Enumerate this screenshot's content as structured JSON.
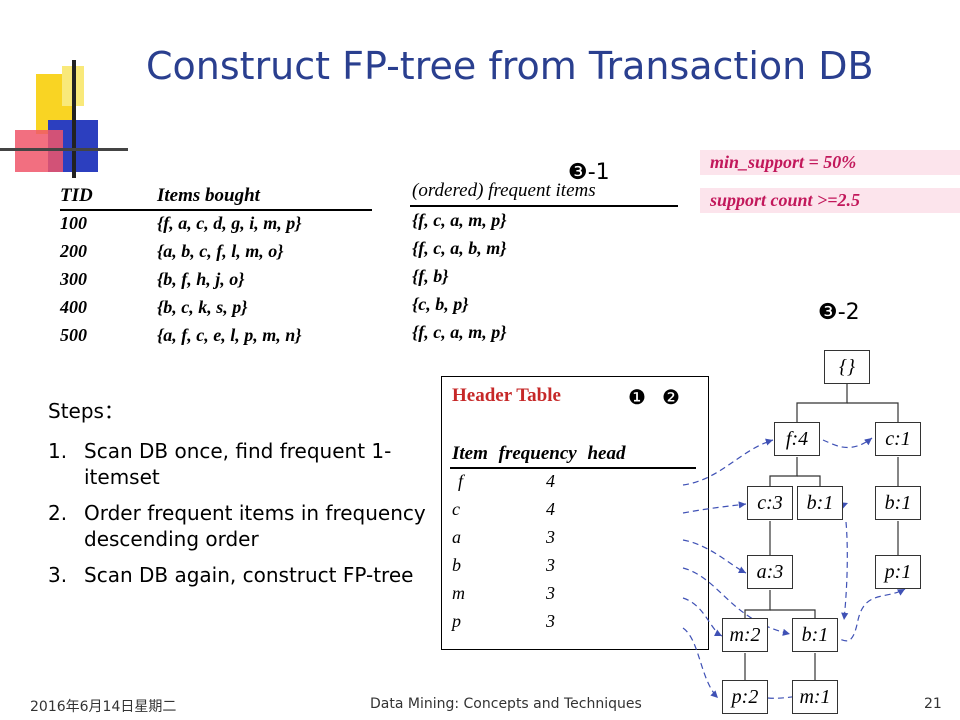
{
  "title": "Construct FP-tree from Transaction DB",
  "transactions": {
    "col_tid": "TID",
    "col_items": "Items bought",
    "rows": [
      {
        "tid": "100",
        "items": "{f, a, c, d, g, i, m, p}"
      },
      {
        "tid": "200",
        "items": "{a, b, c, f, l, m, o}"
      },
      {
        "tid": "300",
        "items": "{b, f, h, j, o}"
      },
      {
        "tid": "400",
        "items": "{b, c, k, s, p}"
      },
      {
        "tid": "500",
        "items": "{a, f, c, e, l, p, m, n}"
      }
    ]
  },
  "ordered": {
    "heading": "(ordered) frequent items",
    "rows": [
      "{f, c, a, m, p}",
      "{f, c, a, b, m}",
      "{f, b}",
      "{c, b, p}",
      "{f, c, a, m, p}"
    ]
  },
  "markers": {
    "m3_1": "❸-1",
    "m3_2": "❸-2",
    "m1": "❶",
    "m2": "❷"
  },
  "support": {
    "min_support": "min_support = 50%",
    "support_count": "support count >=2.5"
  },
  "steps": {
    "heading": "Steps：",
    "items": [
      {
        "num": "1.",
        "text": "Scan DB once, find frequent 1-itemset"
      },
      {
        "num": "2.",
        "text": "Order frequent items in frequency descending order"
      },
      {
        "num": "3.",
        "text": "Scan DB again, construct FP-tree"
      }
    ]
  },
  "header_table": {
    "title": "Header Table",
    "col_item": "Item",
    "col_freq": "frequency",
    "col_head": "head",
    "rows": [
      {
        "item": "f",
        "freq": "4"
      },
      {
        "item": "c",
        "freq": "4"
      },
      {
        "item": "a",
        "freq": "3"
      },
      {
        "item": "b",
        "freq": "3"
      },
      {
        "item": "m",
        "freq": "3"
      },
      {
        "item": "p",
        "freq": "3"
      }
    ]
  },
  "tree": {
    "root": "{}",
    "f4": "f:4",
    "c1": "c:1",
    "c3": "c:3",
    "b1a": "b:1",
    "b1b": "b:1",
    "a3": "a:3",
    "p1": "p:1",
    "m2": "m:2",
    "b1c": "b:1",
    "p2": "p:2",
    "m1": "m:1"
  },
  "footer": {
    "date": "2016年6月14日星期二",
    "center": "Data Mining: Concepts and Techniques",
    "page": "21"
  },
  "colors": {
    "title": "#2a3f8f",
    "header_title": "#c62828",
    "support_text": "#c2185b",
    "support_bg": "#fce4ec",
    "link_lines": "#3f51b5"
  }
}
